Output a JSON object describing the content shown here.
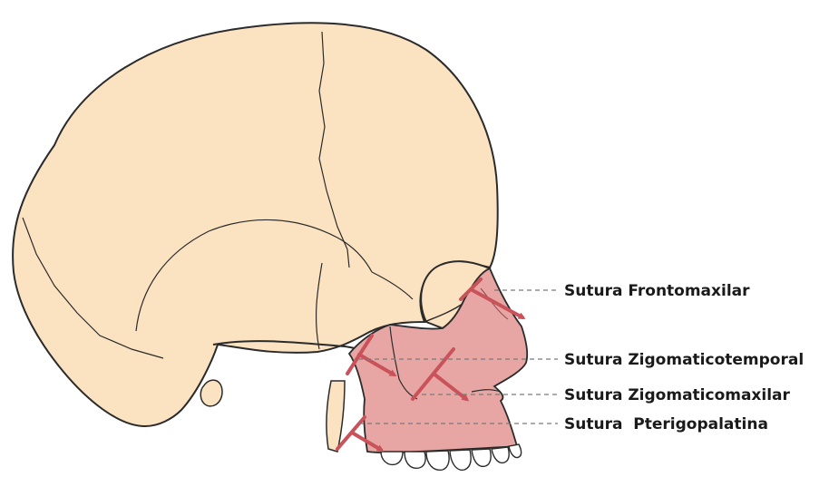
{
  "figure": {
    "labels": [
      {
        "id": "frontomaxilar",
        "text": "Sutura Frontomaxilar"
      },
      {
        "id": "zigomaticotemporal",
        "text": "Sutura Zigomaticotemporal"
      },
      {
        "id": "zigomaticomaxilar",
        "text": "Sutura Zigomaticomaxilar"
      },
      {
        "id": "pterigopalatina",
        "text": "Sutura  Pterigopalatina"
      }
    ]
  },
  "colors": {
    "skull_fill": "#fbe3c2",
    "skull_outline": "#2b2b2b",
    "maxilla_fill": "#e7a6a3",
    "arrow": "#c9525b",
    "leader_line": "#7a7a7a",
    "teeth_fill": "#ffffff"
  }
}
